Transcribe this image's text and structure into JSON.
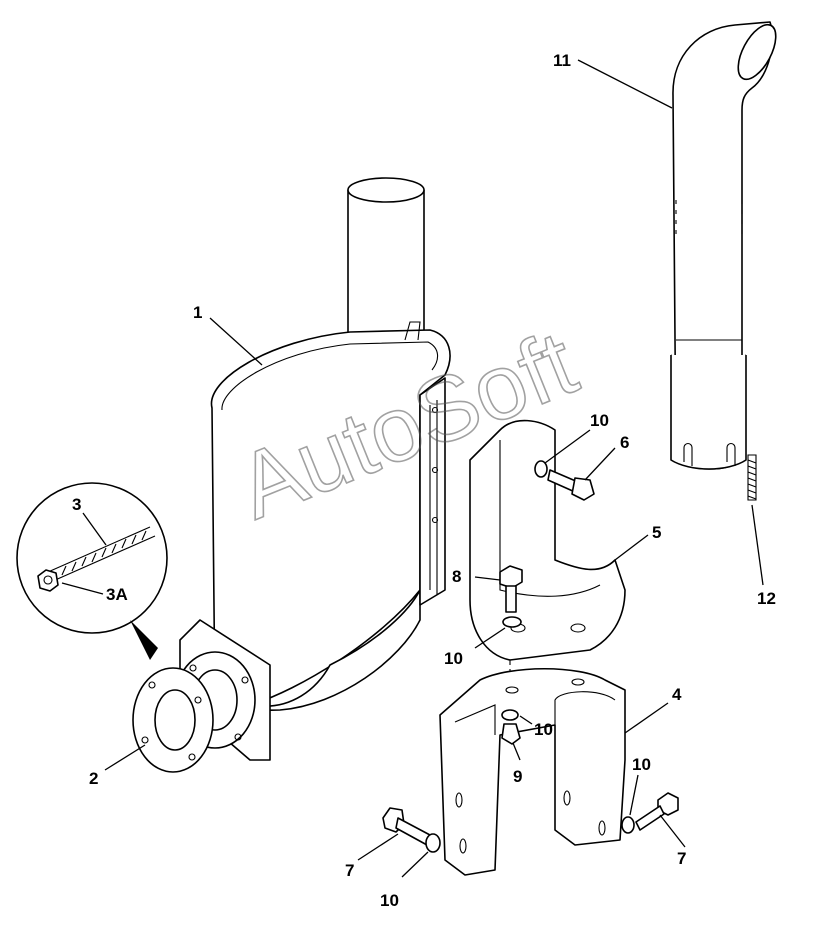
{
  "watermark": "AutoSoft",
  "callouts": {
    "c1": "1",
    "c2": "2",
    "c3": "3",
    "c3a": "3A",
    "c4": "4",
    "c5": "5",
    "c6": "6",
    "c7a": "7",
    "c7b": "7",
    "c8": "8",
    "c9": "9",
    "c10a": "10",
    "c10b": "10",
    "c10c": "10",
    "c10d": "10",
    "c10e": "10",
    "c11": "11",
    "c12": "12"
  }
}
